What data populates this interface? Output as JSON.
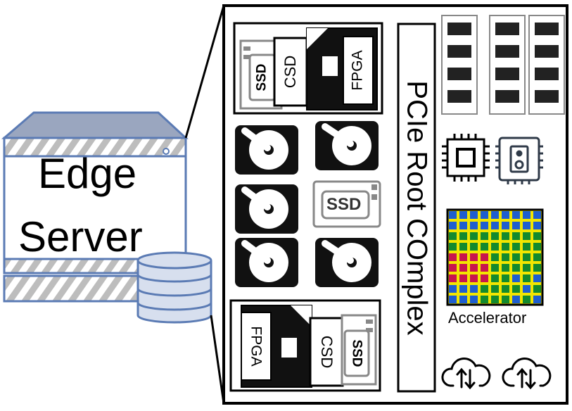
{
  "server": {
    "label_line1": "Edge",
    "label_line2": "Server"
  },
  "pcie": {
    "label": "PCIe Root COmplex"
  },
  "cards": {
    "top": {
      "ssd": "SSD",
      "csd": "CSD",
      "fpga": "FPGA"
    },
    "bottom": {
      "ssd": "SSD",
      "csd": "CSD",
      "fpga": "FPGA"
    }
  },
  "standalone_ssd": {
    "label": "SSD"
  },
  "accelerator": {
    "label": "Accelerator"
  },
  "colors": {
    "server_blue": "#5b7bb4",
    "server_fill": "#d7dfee",
    "stripe_grey": "#bdbdbd",
    "accel_yellow": "#f2e600",
    "accel_blue": "#1e5ecf",
    "accel_green": "#138a2e",
    "accel_red": "#c8144e"
  },
  "icons": [
    "server-icon",
    "database-icon",
    "hdd-icon",
    "ssd-icon",
    "dram-icon",
    "cpu-icon",
    "storage-chip-icon",
    "accelerator-grid-icon",
    "cloud-sync-icon"
  ]
}
